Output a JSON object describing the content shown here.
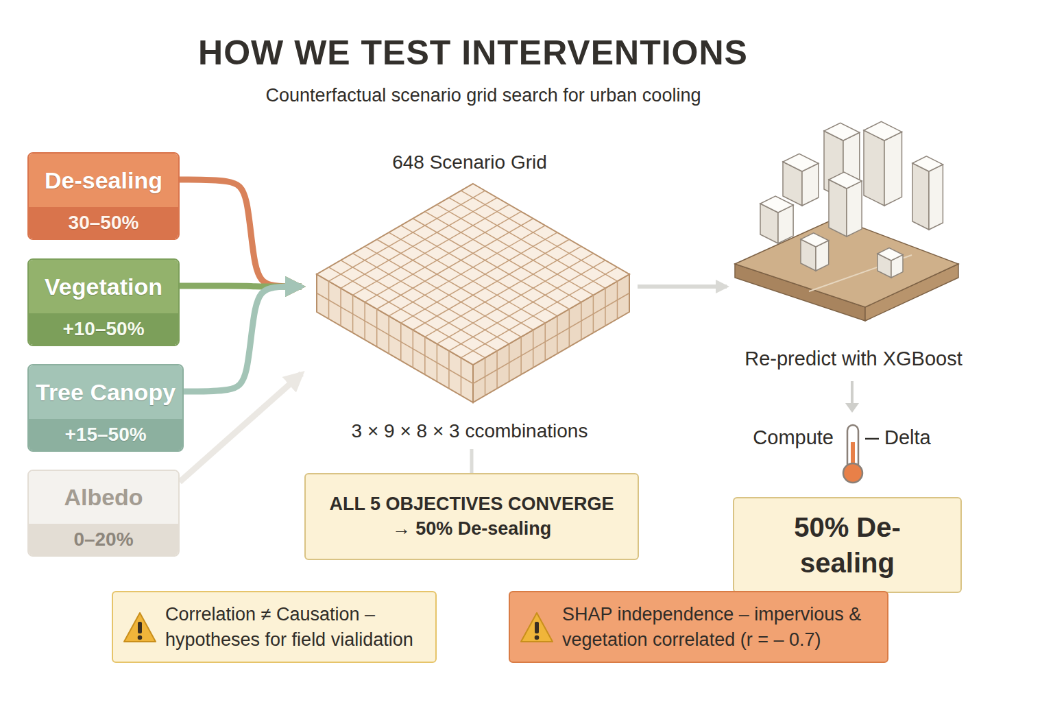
{
  "diagram": {
    "title": "HOW WE TEST INTERVENTIONS",
    "nodes": [
      {
        "text": [
          "De-sealing",
          "30–50%"
        ]
      },
      {
        "text": [
          "Vegetation",
          "+10–50%"
        ]
      },
      {
        "text": [
          "Tree Canopy",
          "+15–50%"
        ]
      },
      {
        "text": [
          "Albedo",
          "0–20%"
        ]
      },
      {
        "text": [
          "648 Scenario Grid",
          "3 × 9 × 8 × 3 ccombinations"
        ]
      },
      {
        "text": [
          "ALL 5 OBJECTIVES CONVERGE → 50% De-sealing"
        ]
      },
      {
        "text": [
          "Re-predict with XGBoost"
        ]
      },
      {
        "text": [
          "50% De-sealing"
        ]
      },
      {
        "text": [
          "Correlation ≠ Causation – hypotheses for field vialidation"
        ]
      },
      {
        "text": [
          "SHAP independence – impervious & vegetation correlated (r = – 0.7)"
        ]
      }
    ],
    "edges": [
      {
        "from": 0,
        "to": 4,
        "arrow": "to"
      },
      {
        "from": 1,
        "to": 4,
        "arrow": "to"
      },
      {
        "from": 2,
        "to": 4,
        "arrow": "to"
      },
      {
        "from": 3,
        "to": 4,
        "arrow": "to"
      },
      {
        "from": 4,
        "to": 6,
        "arrow": "to"
      },
      {
        "from": 4,
        "to": 5,
        "arrow": "none"
      }
    ],
    "labels": [
      "Counterfactual scenario grid search for urban cooling",
      "Compute",
      "Delta"
    ]
  }
}
